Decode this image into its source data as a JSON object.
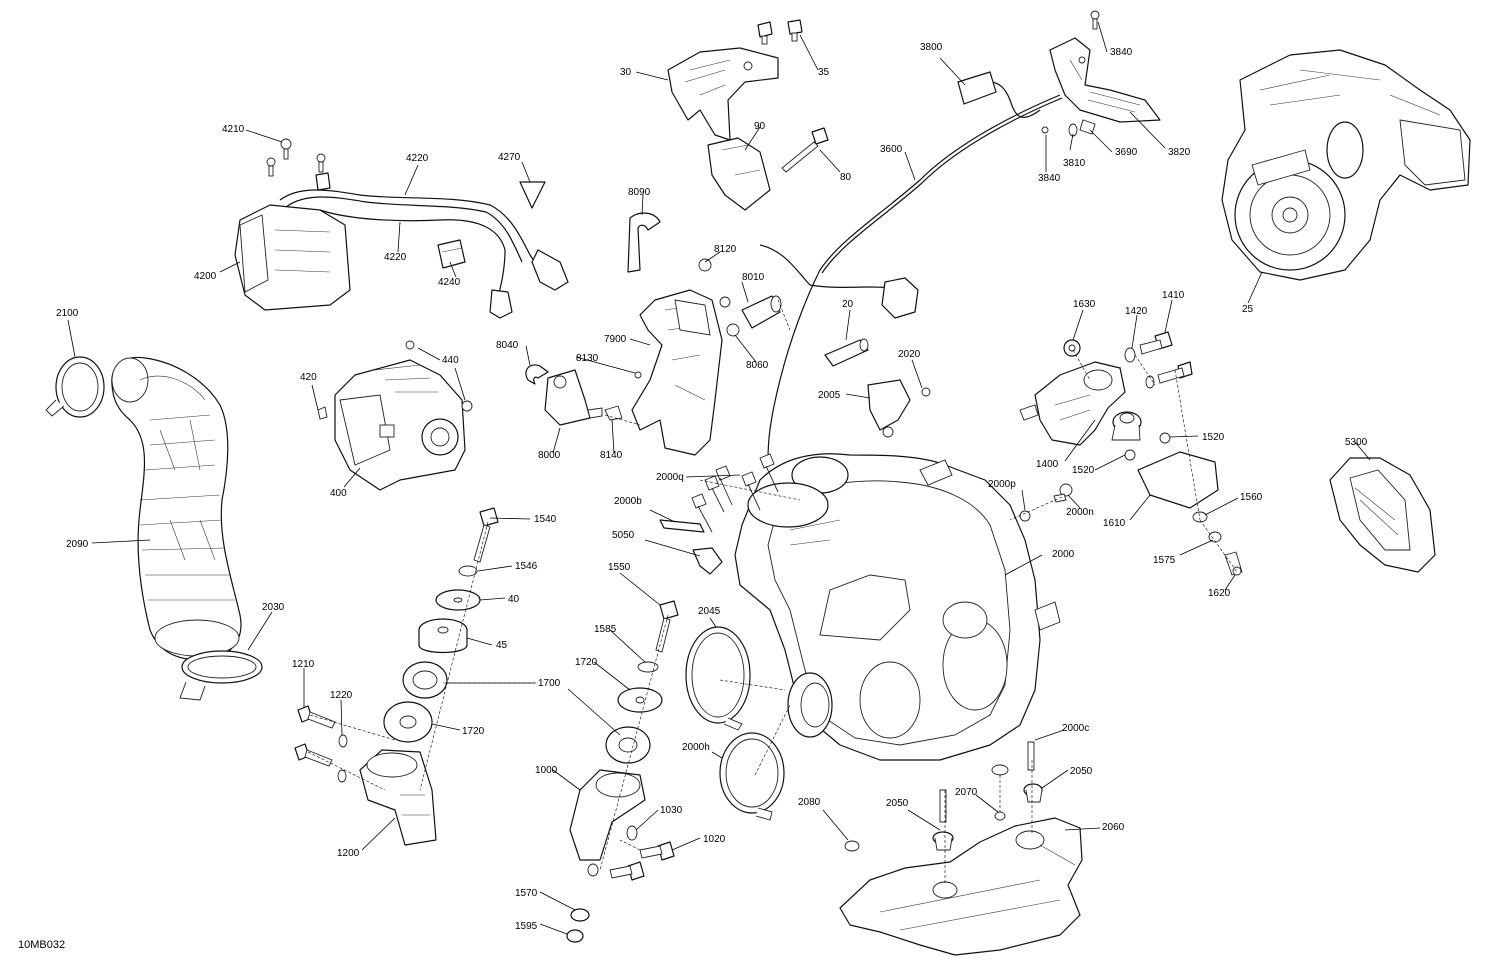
{
  "figure_id": "10MB032",
  "part_labels": {
    "p30": "30",
    "p35": "35",
    "p90": "90",
    "p80": "80",
    "p3800": "3800",
    "p3840a": "3840",
    "p3840b": "3840",
    "p3820": "3820",
    "p3810": "3810",
    "p3690": "3690",
    "p3600": "3600",
    "p25": "25",
    "p4210": "4210",
    "p4220a": "4220",
    "p4220b": "4220",
    "p4270": "4270",
    "p4200": "4200",
    "p4240": "4240",
    "p8090": "8090",
    "p8120": "8120",
    "p8010": "8010",
    "p8060": "8060",
    "p7900": "7900",
    "p8130": "8130",
    "p8040": "8040",
    "p8000": "8000",
    "p8140": "8140",
    "p20": "20",
    "p2020": "2020",
    "p2005": "2005",
    "p1630": "1630",
    "p1420": "1420",
    "p1410": "1410",
    "p1400": "1400",
    "p1520a": "1520",
    "p1520b": "1520",
    "p1610": "1610",
    "p1560": "1560",
    "p1575": "1575",
    "p1620": "1620",
    "p5300": "5300",
    "p2100": "2100",
    "p2090": "2090",
    "p2030": "2030",
    "p420": "420",
    "p440": "440",
    "p400": "400",
    "p2000q": "2000q",
    "p2000b": "2000b",
    "p5050": "5050",
    "p2000p": "2000p",
    "p2000n": "2000n",
    "p2000": "2000",
    "p1540": "1540",
    "p1546": "1546",
    "p40": "40",
    "p45": "45",
    "p1700": "1700",
    "p1720a": "1720",
    "p1720b": "1720",
    "p1550": "1550",
    "p1585": "1585",
    "p2045": "2045",
    "p2000h": "2000h",
    "p1210": "1210",
    "p1220": "1220",
    "p1200": "1200",
    "p1000": "1000",
    "p1030": "1030",
    "p1020": "1020",
    "p1570": "1570",
    "p1595": "1595",
    "p2080": "2080",
    "p2050a": "2050",
    "p2050b": "2050",
    "p2070": "2070",
    "p2000c": "2000c",
    "p2060": "2060"
  }
}
